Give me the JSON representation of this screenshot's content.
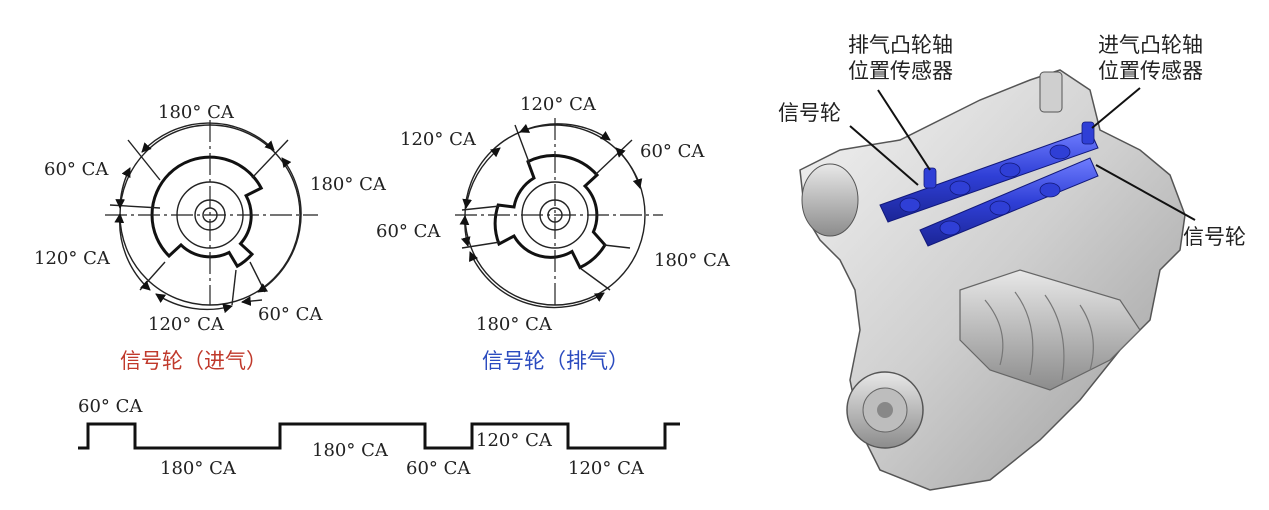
{
  "intake_wheel": {
    "labels": [
      "180° CA",
      "180° CA",
      "60° CA",
      "120° CA",
      "120° CA",
      "60° CA"
    ],
    "caption": "信号轮（进气）",
    "caption_color": "#c0392b"
  },
  "exhaust_wheel": {
    "labels": [
      "120° CA",
      "120° CA",
      "60° CA",
      "60° CA",
      "180° CA",
      "180° CA"
    ],
    "caption": "信号轮（排气）",
    "caption_color": "#2b4bbf"
  },
  "waveform": {
    "labels": [
      "60° CA",
      "180° CA",
      "180° CA",
      "60° CA",
      "120° CA",
      "120° CA"
    ]
  },
  "engine": {
    "callouts": {
      "exhaust_sensor_line1": "排气凸轮轴",
      "exhaust_sensor_line2": "位置传感器",
      "intake_sensor_line1": "进气凸轮轴",
      "intake_sensor_line2": "位置传感器",
      "signal_wheel_left": "信号轮",
      "signal_wheel_right": "信号轮"
    },
    "highlight_color": "#2f3fd6"
  }
}
